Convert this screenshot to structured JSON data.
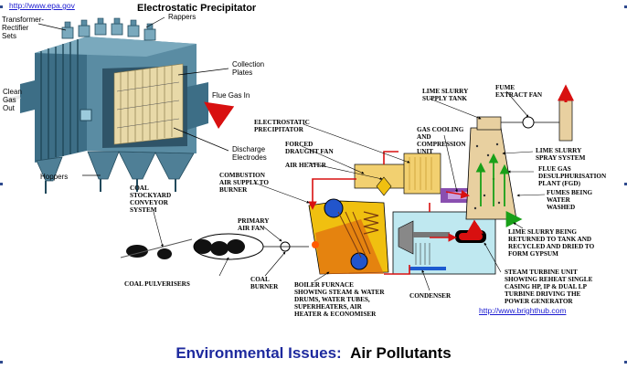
{
  "esp": {
    "title": "Electrostatic Precipitator",
    "url": "http://www.epa.gov",
    "labels": {
      "transformer": "Transformer-\nRectifier\nSets",
      "rappers": "Rappers",
      "collection": "Collection\nPlates",
      "flue_gas_in": "Flue Gas In",
      "clean_gas": "Clean\nGas\nOut",
      "discharge": "Discharge\nElectrodes",
      "hoppers": "Hoppers"
    }
  },
  "plant": {
    "url": "http://www.brighthub.com",
    "labels": {
      "lime_tank": "LIME SLURRY\nSUPPLY TANK",
      "fume_fan": "FUME\nEXTRACT FAN",
      "esp": "ELECTROSTATIC\nPRECIPITATOR",
      "gas_cooling": "GAS COOLING\nAND\nCOMPRESSION\nUNIT",
      "lime_spray": "LIME SLURRY\nSPRAY SYSTEM",
      "forced_fan": "FORCED\nDRAUGHT FAN",
      "fgd": "FLUE GAS\nDESULPHURISATION\nPLANT (FGD)",
      "air_heater": "AIR HEATER",
      "combustion": "COMBUSTION\nAIR SUPPLY TO\nBURNER",
      "fumes_washed": "FUMES BEING\nWATER\nWASHED",
      "coal_stockyard": "COAL\nSTOCKYARD\nCONVEYOR\nSYSTEM",
      "primary_fan": "PRIMARY\nAIR FAN",
      "lime_returned": "LIME SLURRY BEING\nRETURNED TO TANK AND\nRECYCLED AND DRIED TO\nFORM GYPSUM",
      "pulverisers": "COAL PULVERISERS",
      "coal_burner": "COAL\nBURNER",
      "boiler": "BOILER FURNACE\nSHOWING STEAM & WATER\nDRUMS, WATER TUBES,\nSUPERHEATERS, AIR\nHEATER & ECONOMISER",
      "condenser": "CONDENSER",
      "turbine": "STEAM TURBINE UNIT\nSHOWING REHEAT SINGLE\nCASING HP, IP & DUAL LP\nTURBINE DRIVING THE\nPOWER GENERATOR"
    }
  },
  "footer": {
    "part1": "Environmental Issues:",
    "part2": "Air Pollutants"
  },
  "colors": {
    "esp_body": "#4f7f96",
    "esp_dark": "#2f5468",
    "plates": "#e8d9a8",
    "furnace": "#f0c010",
    "furnace_flame": "#e06a10",
    "gas_duct": "#f2d070",
    "condenser_box": "#bfe8f0",
    "stack": "#e8d0a0",
    "arrow_red": "#d81010",
    "arrow_green": "#19a019",
    "duct_purple": "#8a4fb0",
    "footer_blue": "#1e2a9e"
  }
}
